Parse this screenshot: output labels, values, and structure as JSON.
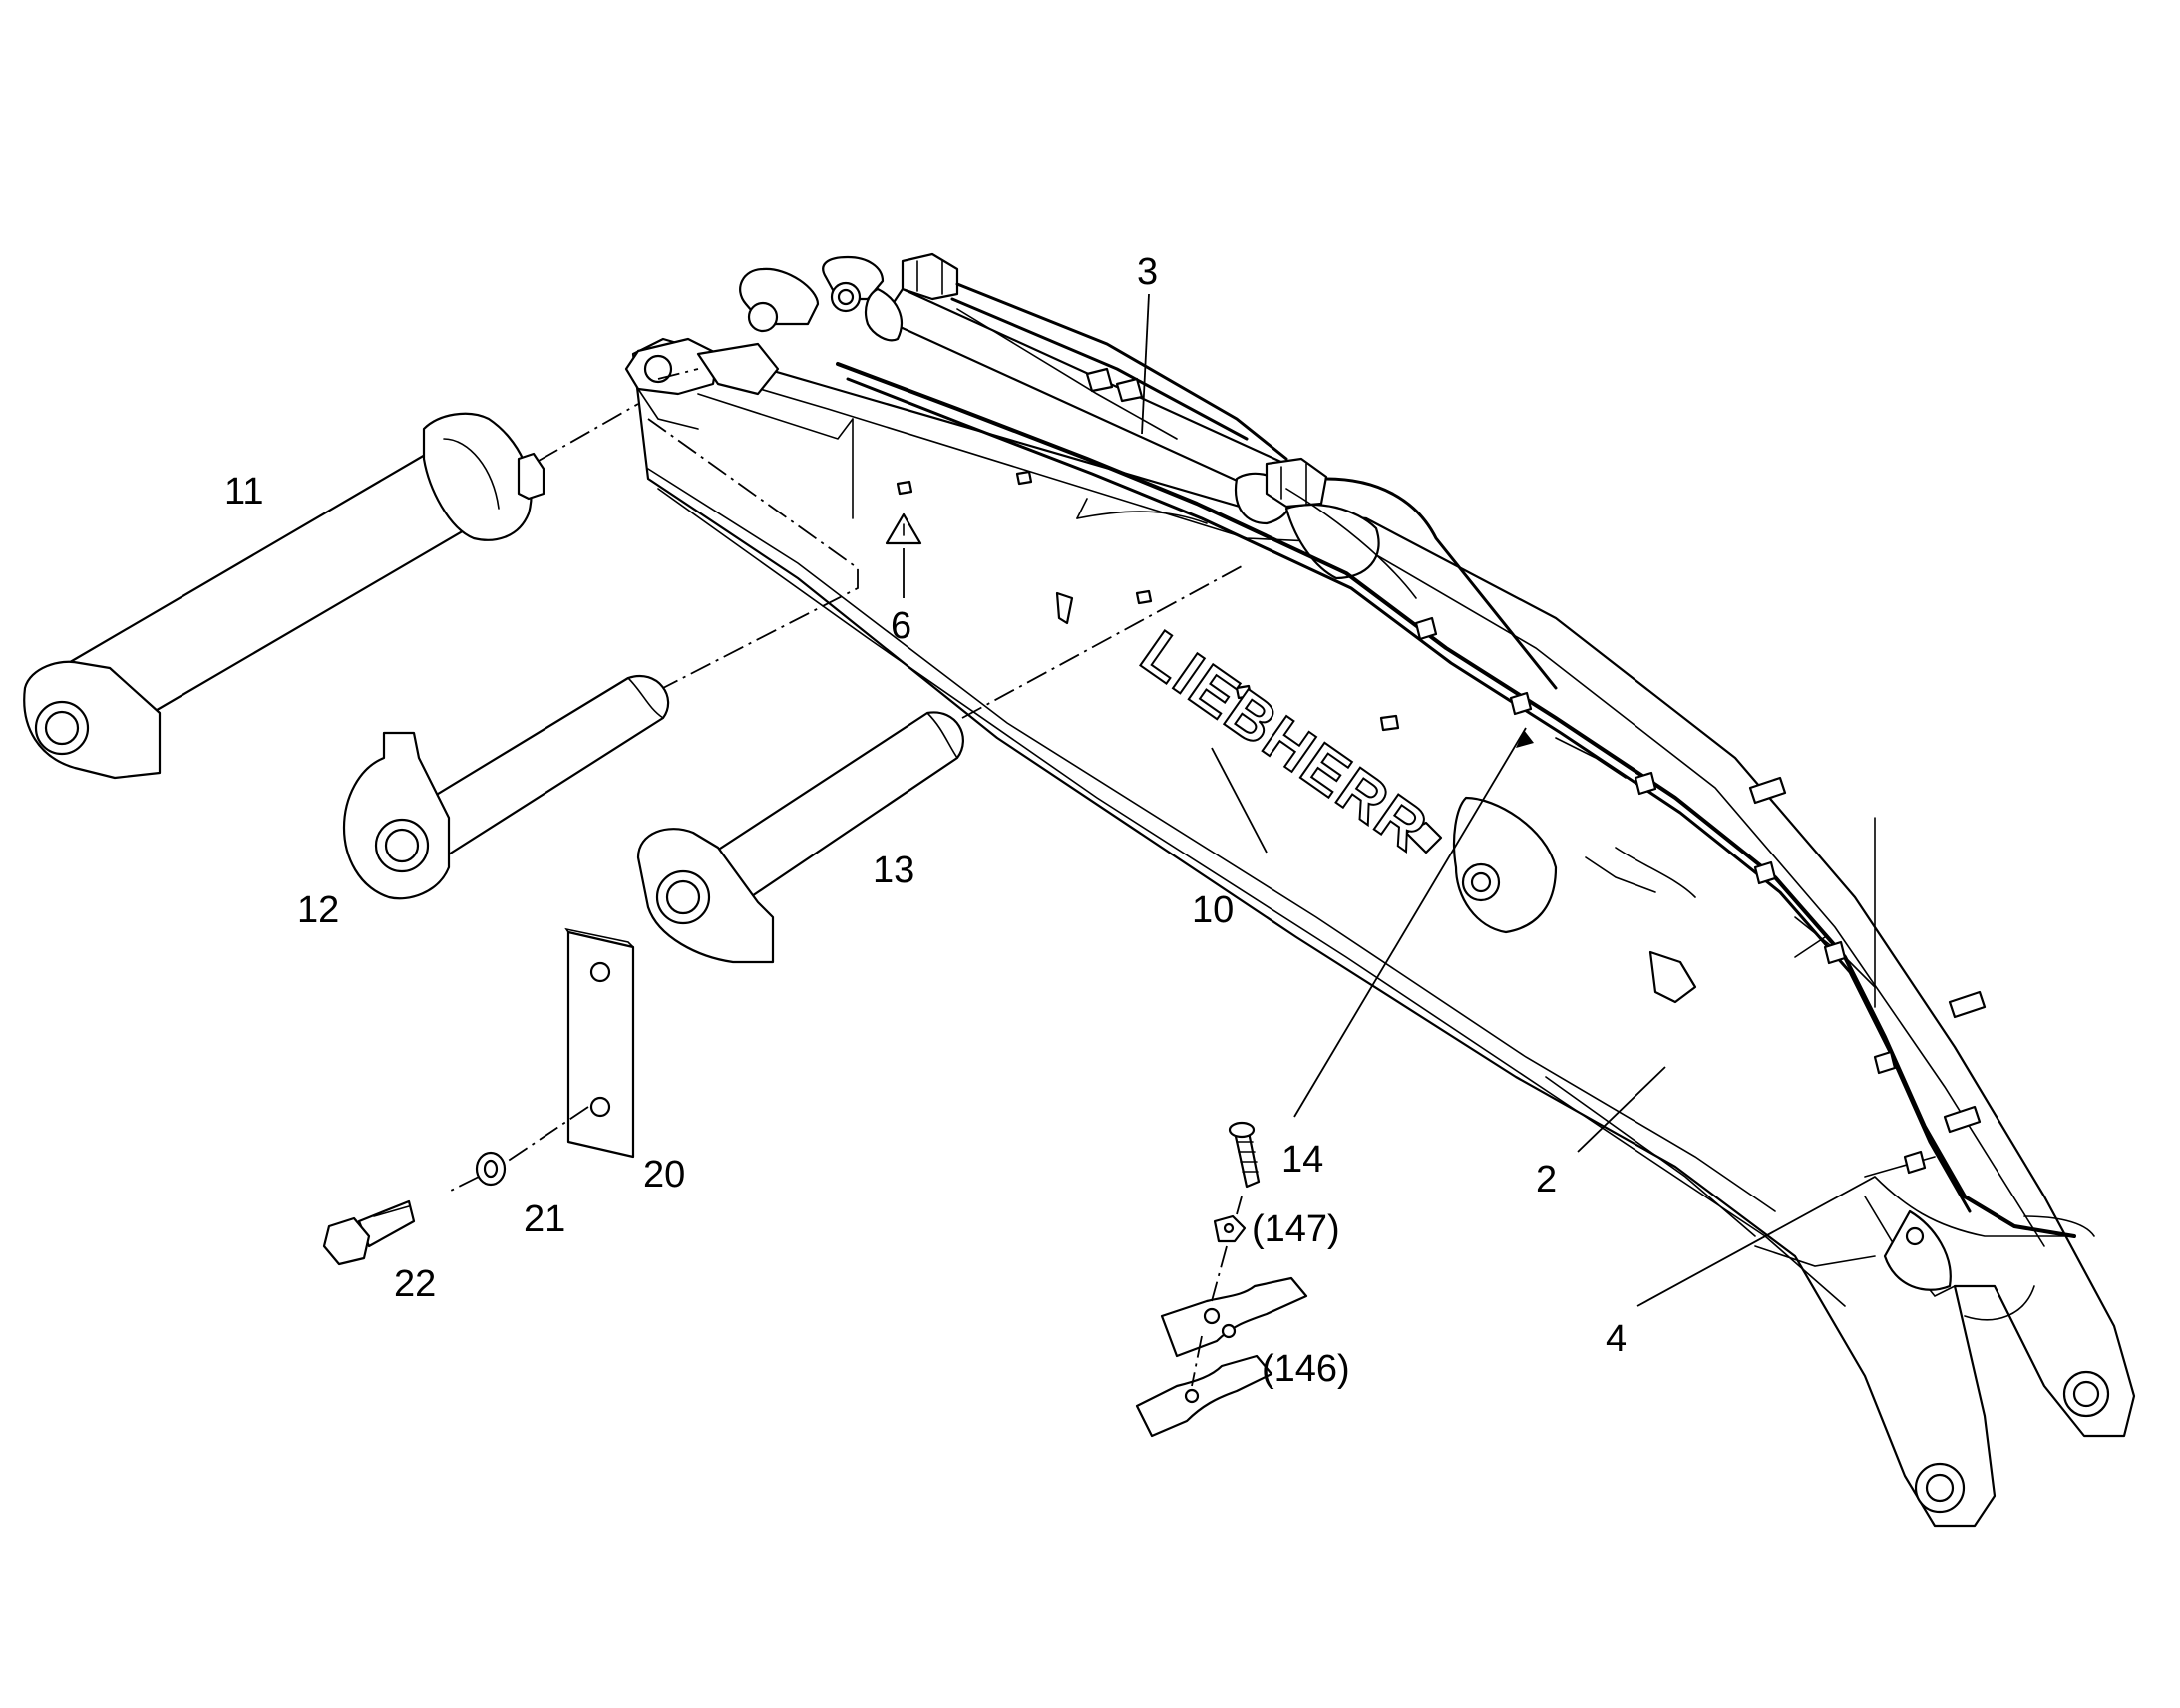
{
  "brand_text": "LIEBHERR",
  "callouts": {
    "c2": "2",
    "c3": "3",
    "c4": "4",
    "c6": "6",
    "c10": "10",
    "c11": "11",
    "c12": "12",
    "c13": "13",
    "c14": "14",
    "c20": "20",
    "c21": "21",
    "c22": "22",
    "c146": "(146)",
    "c147": "(147)"
  },
  "colors": {
    "line": "#000000",
    "background": "#ffffff"
  }
}
